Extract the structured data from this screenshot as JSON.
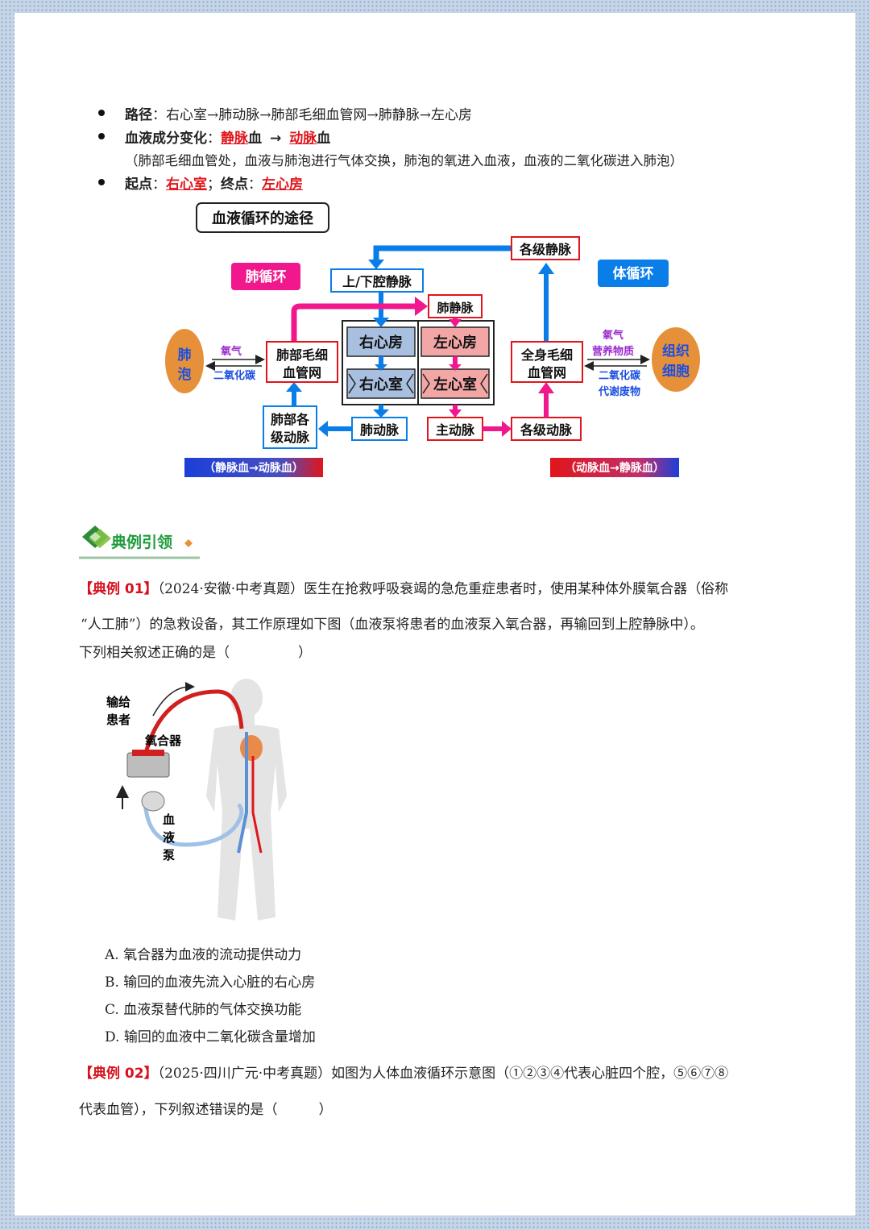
{
  "bullets": {
    "path_label": "路径",
    "path_value": "右心室→肺动脉→肺部毛细血管网→肺静脉→左心房",
    "blood_label": "血液成分变化",
    "blood_from_red": "静脉",
    "blood_from_suffix": "血",
    "arrow": "→",
    "blood_to_red": "动脉",
    "blood_to_suffix": "血",
    "note": "（肺部毛细血管处，血液与肺泡进行气体交换，肺泡的氧进入血液，血液的二氧化碳进入肺泡）",
    "start_label": "起点",
    "start_value": "右心室",
    "end_label": "终点",
    "end_value": "左心房"
  },
  "diagram": {
    "title": "血液循环的途径",
    "pulmonary_label": "肺循环",
    "systemic_label": "体循环",
    "alveoli": "肺泡",
    "tissue_cells": "组织细胞",
    "oxygen_left": "氧气",
    "co2_left": "二氧化碳",
    "oxygen_right": "氧气",
    "nutrients_right": "营养物质",
    "co2_right": "二氧化碳",
    "waste_right": "代谢废物",
    "vena_cava": "上/下腔静脉",
    "pulmonary_vein": "肺静脉",
    "veins_all": "各级静脉",
    "lung_capillary": "肺部毛细血管网",
    "body_capillary": "全身毛细血管网",
    "right_atrium": "右心房",
    "left_atrium": "左心房",
    "right_ventricle": "右心室",
    "left_ventricle": "左心室",
    "lung_arteries": "肺部各级动脉",
    "pulmonary_artery": "肺动脉",
    "aorta": "主动脉",
    "arteries_all": "各级动脉",
    "pulmonary_change": "（静脉血→动脉血）",
    "systemic_change": "（动脉血→静脉血）",
    "colors": {
      "blue": "#0a7ee8",
      "pink": "#f0188c",
      "red": "#e0151b",
      "orange": "#e7903a"
    }
  },
  "section": {
    "title": "典例引领"
  },
  "example1": {
    "tag": "【典例 01】",
    "source": "（2024·安徽·中考真题）",
    "line1": "医生在抢救呼吸衰竭的急危重症患者时，使用某种体外膜氧合器（俗称",
    "line2": "“人工肺”）的急救设备，其工作原理如下图（血液泵将患者的血液泵入氧合器，再输回到上腔静脉中）。",
    "line3": "下列相关叙述正确的是（　　　　　）",
    "figure": {
      "label_output": "输给患者",
      "label_oxygenator": "氧合器",
      "label_pump": "血液泵"
    },
    "options": [
      "A.  氧合器为血液的流动提供动力",
      "B.  输回的血液先流入心脏的右心房",
      "C.  血液泵替代肺的气体交换功能",
      "D.  输回的血液中二氧化碳含量增加"
    ]
  },
  "example2": {
    "tag": "【典例 02】",
    "source": "（2025·四川广元·中考真题）",
    "line1": "如图为人体血液循环示意图（①②③④代表心脏四个腔，⑤⑥⑦⑧",
    "line2": "代表血管），下列叙述错误的是（　　　）"
  }
}
